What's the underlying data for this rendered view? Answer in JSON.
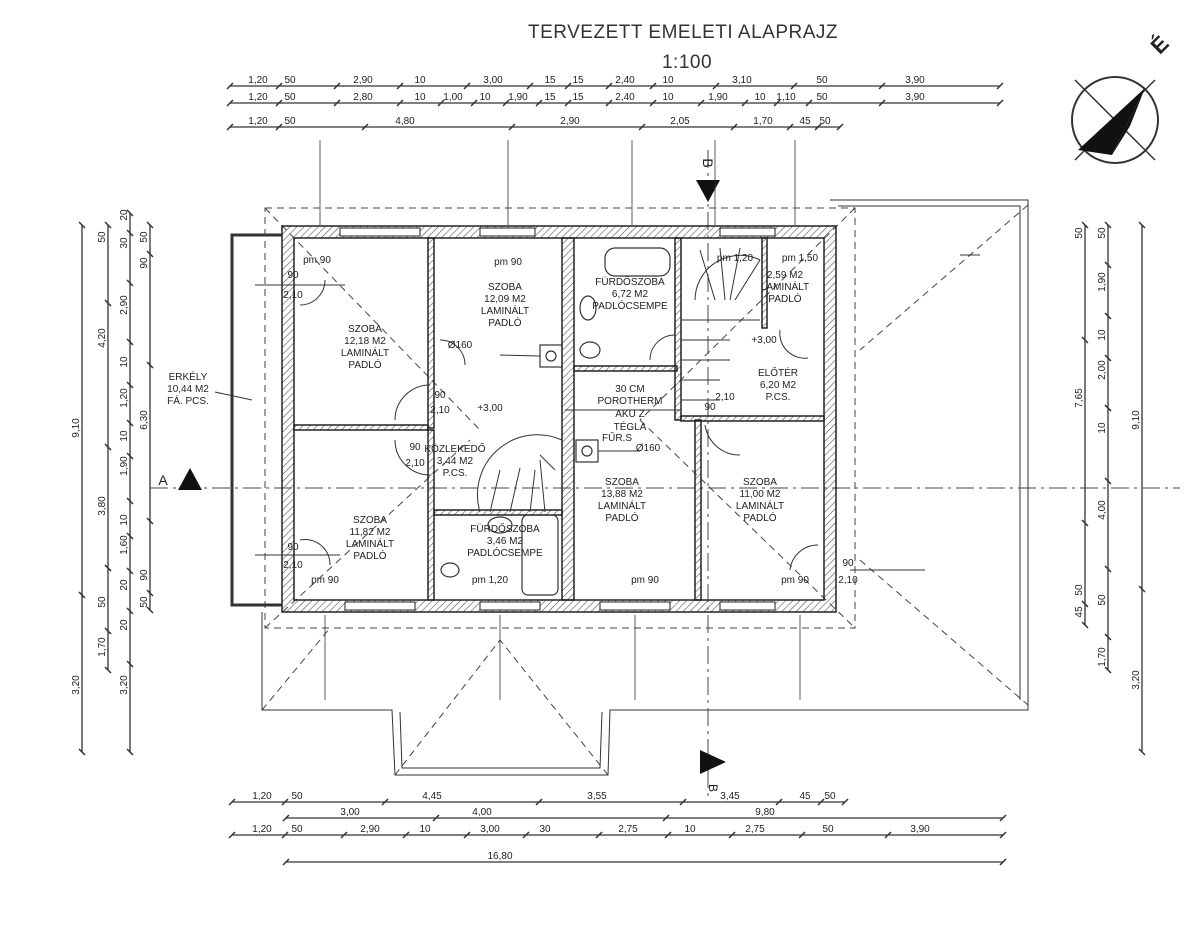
{
  "title": "TERVEZETT EMELETI ALAPRAJZ",
  "scale": "1:100",
  "north_label": "É",
  "sections": {
    "a": "A",
    "b_top": "B",
    "b_bottom": "B"
  },
  "dimensions": {
    "top": [
      [
        "1,20",
        "50",
        "2,90",
        "10",
        "3,00",
        "15",
        "15",
        "2,40",
        "10",
        "3,10",
        "50",
        "3,90"
      ],
      [
        "1,20",
        "50",
        "2,80",
        "10",
        "1,00",
        "10",
        "1,90",
        "15",
        "15",
        "2,40",
        "10",
        "1,90",
        "10",
        "1,10",
        "50",
        "3,90"
      ],
      [
        "1,20",
        "50",
        "4,80",
        "2,90",
        "2,05",
        "1,70",
        "45",
        "50"
      ]
    ],
    "bottom": [
      [
        "1,20",
        "50",
        "4,45",
        "3,55",
        "3,45",
        "45",
        "50"
      ],
      [
        "3,00",
        "4,00",
        "9,80"
      ],
      [
        "1,20",
        "50",
        "2,90",
        "10",
        "3,00",
        "30",
        "2,75",
        "10",
        "2,75",
        "50",
        "3,90"
      ],
      [
        "16,80"
      ]
    ],
    "left": [
      [
        "9,10",
        "3,20"
      ],
      [
        "50",
        "4,20",
        "3,80",
        "50",
        "1,70"
      ],
      [
        "20",
        "30",
        "2,90",
        "10",
        "1,20",
        "10",
        "1,90",
        "10",
        "1,60",
        "20",
        "20",
        "3,20"
      ],
      [
        "50",
        "90",
        "6,30",
        "90",
        "50"
      ]
    ],
    "right": [
      [
        "50",
        "7,65",
        "50",
        "45"
      ],
      [
        "50",
        "1,90",
        "10",
        "2,00",
        "10",
        "4,00",
        "50",
        "1,70"
      ],
      [
        "9,10",
        "3,20"
      ]
    ]
  },
  "rooms": [
    {
      "name": "SZOBA",
      "area": "12,18 M2",
      "floor": [
        "LAMINÁLT",
        "PADLÓ"
      ]
    },
    {
      "name": "SZOBA",
      "area": "12,09 M2",
      "floor": [
        "LAMINÁLT",
        "PADLÓ"
      ]
    },
    {
      "name": "FÜRDŐSZOBA",
      "area": "6,72 M2",
      "floor": [
        "PADLÓCSEMPE"
      ]
    },
    {
      "name": "",
      "area": "2,59 M2",
      "floor": [
        "LAMINÁLT",
        "PADLÓ"
      ]
    },
    {
      "name": "ELŐTÉR",
      "area": "6,20 M2",
      "floor": [
        "P.CS."
      ]
    },
    {
      "name": "KÖZLEKEDŐ",
      "area": "3,44 M2",
      "floor": [
        "P.CS."
      ]
    },
    {
      "name": "SZOBA",
      "area": "13,88 M2",
      "floor": [
        "LAMINÁLT",
        "PADLÓ"
      ]
    },
    {
      "name": "SZOBA",
      "area": "11,00 M2",
      "floor": [
        "LAMINÁLT",
        "PADLÓ"
      ]
    },
    {
      "name": "SZOBA",
      "area": "11,82 M2",
      "floor": [
        "LAMINÁLT",
        "PADLÓ"
      ]
    },
    {
      "name": "FÜRDŐSZOBA",
      "area": "3,46 M2",
      "floor": [
        "PADLÓCSEMPE"
      ]
    },
    {
      "name": "ERKÉLY",
      "area": "10,44 M2",
      "floor": [
        "FÁ. PCS."
      ]
    }
  ],
  "annotations": [
    "pm 90",
    "pm 90",
    "pm 1,20",
    "pm 1,50",
    "pm 90",
    "pm 1,20",
    "pm 90",
    "pm 90",
    "90",
    "2,10",
    "90",
    "2,10",
    "90",
    "2,10",
    "90",
    "2,10",
    "90",
    "2,10",
    "90",
    "2,10",
    "+3,00",
    "+3,00",
    "30 CM",
    "POROTHERM",
    "AKU Z",
    "TÉGLA",
    "FŰR.S",
    "Ø160",
    "Ø160"
  ]
}
